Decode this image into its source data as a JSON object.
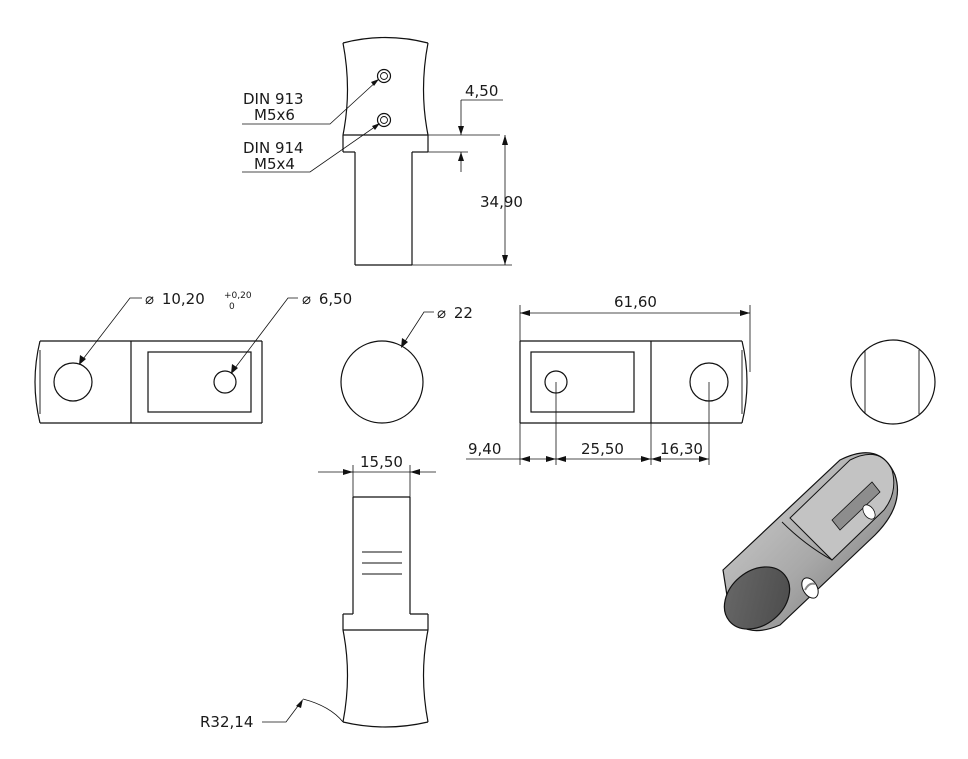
{
  "callouts": {
    "setscrew_913_standard": "DIN 913",
    "setscrew_913_size": "M5x6",
    "setscrew_914_standard": "DIN 914",
    "setscrew_914_size": "M5x4"
  },
  "dimensions": {
    "step_offset": "4,50",
    "overall_height": "34,90",
    "large_hole_dia": "10,20",
    "large_hole_tol_upper": "+0,20",
    "large_hole_tol_lower": "0",
    "small_hole_dia": "6,50",
    "shaft_dia": "22",
    "overall_length": "61,60",
    "hole1_offset": "9,40",
    "hole_spacing": "25,50",
    "hole2_offset": "16,30",
    "flat_width": "15,50",
    "end_radius": "R32,14"
  },
  "symbols": {
    "diameter": "⌀"
  },
  "colors": {
    "line": "#111111",
    "shade_light": "#d4d4d4",
    "shade_mid": "#9a9a9a",
    "shade_dark": "#5a5a5a"
  }
}
